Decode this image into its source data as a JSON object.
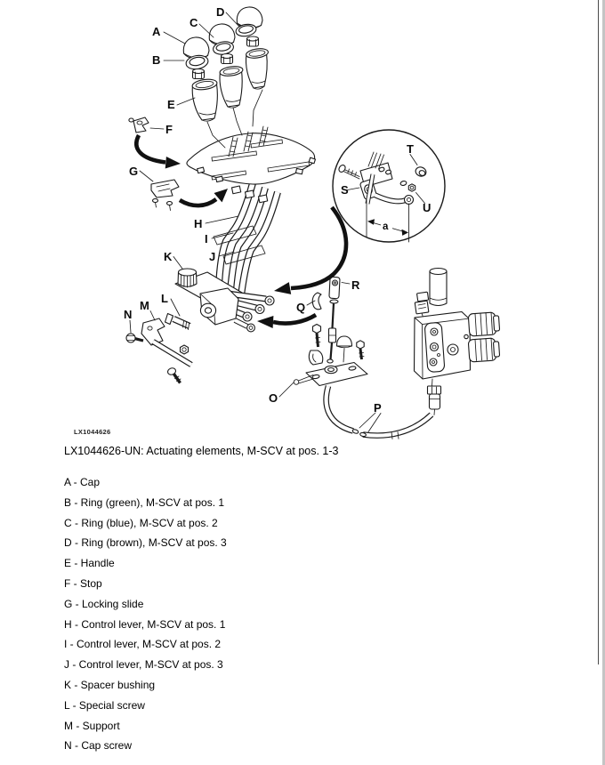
{
  "figure": {
    "image_id": "LX1044626",
    "caption": "LX1044626-UN: Actuating elements, M-SCV at pos. 1-3"
  },
  "diagram": {
    "labels": {
      "A": "A",
      "B": "B",
      "C": "C",
      "D": "D",
      "E": "E",
      "F": "F",
      "G": "G",
      "H": "H",
      "I": "I",
      "J": "J",
      "K": "K",
      "L": "L",
      "M": "M",
      "N": "N",
      "O": "O",
      "P": "P",
      "Q": "Q",
      "R": "R",
      "S": "S",
      "T": "T",
      "U": "U",
      "dim_a": "a"
    }
  },
  "legend": {
    "items": [
      "A - Cap",
      "B - Ring (green), M-SCV at pos. 1",
      "C - Ring (blue), M-SCV at pos. 2",
      "D - Ring (brown), M-SCV at pos. 3",
      "E - Handle",
      "F - Stop",
      "G - Locking slide",
      "H - Control lever, M-SCV at pos. 1",
      "I - Control lever, M-SCV at pos. 2",
      "J - Control lever, M-SCV at pos. 3",
      "K - Spacer bushing",
      "L - Special screw",
      "M - Support",
      "N - Cap screw"
    ]
  }
}
